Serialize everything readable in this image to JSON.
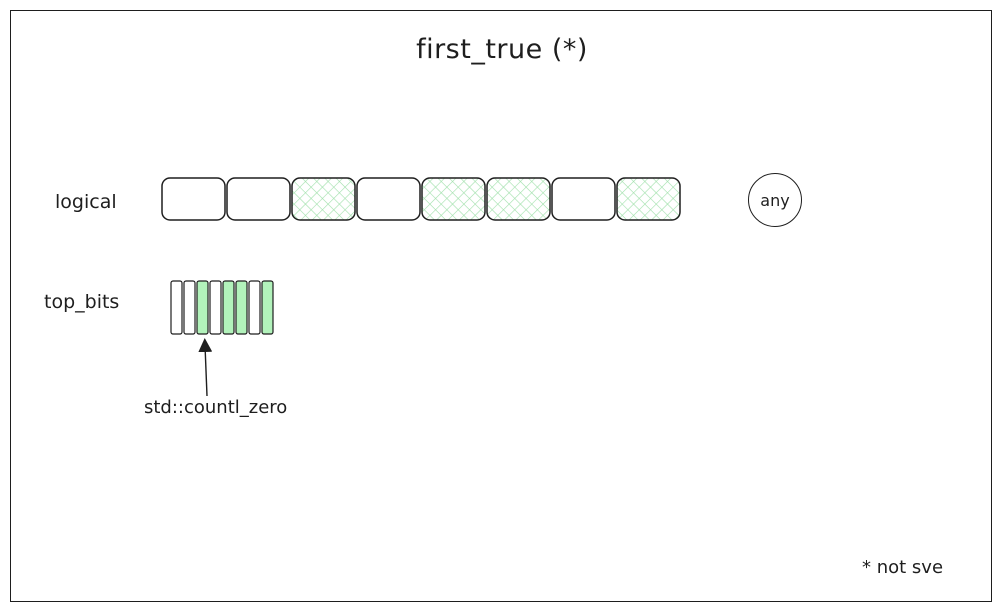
{
  "title": "first_true (*)",
  "rows": {
    "logical_label": "logical",
    "top_bits_label": "top_bits"
  },
  "logical_lanes": [
    false,
    false,
    true,
    false,
    true,
    true,
    false,
    true
  ],
  "top_bits_lanes": [
    false,
    false,
    true,
    false,
    true,
    true,
    false,
    true
  ],
  "any_label": "any",
  "annotation": "std::countl_zero",
  "footnote": "* not sve",
  "colors": {
    "stroke": "#1e1e1e",
    "true_fill": "#b2f2bb",
    "true_hatch": "#7ad88a"
  }
}
